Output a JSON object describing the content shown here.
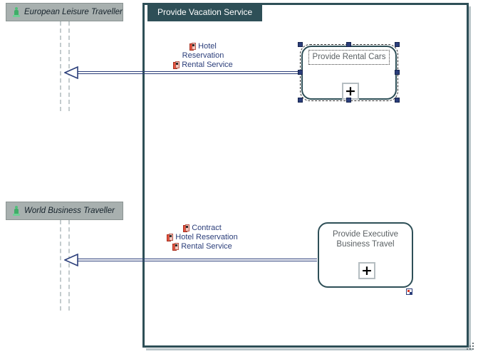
{
  "diagram": {
    "type": "uml-sequence-usecase",
    "frame": {
      "title": "Provide Vacation Service"
    }
  },
  "actors": [
    {
      "name": "European Leisure Traveller",
      "icon": "actor-icon"
    },
    {
      "name": "World Business Traveller",
      "icon": "actor-icon"
    }
  ],
  "messages": [
    {
      "id": "msg-top",
      "direction": "right-to-left",
      "labels": [
        {
          "text": "Hotel",
          "icon": "signal-icon",
          "has_icon": true
        },
        {
          "text": "Reservation",
          "icon": "",
          "has_icon": false
        },
        {
          "text": "Rental Service",
          "icon": "signal-icon",
          "has_icon": true
        }
      ]
    },
    {
      "id": "msg-bottom",
      "direction": "right-to-left",
      "labels": [
        {
          "text": "Contract",
          "icon": "signal-icon",
          "has_icon": true
        },
        {
          "text": "Hotel Reservation",
          "icon": "signal-icon",
          "has_icon": true
        },
        {
          "text": "Rental Service",
          "icon": "signal-icon",
          "has_icon": true
        }
      ]
    }
  ],
  "nodes": [
    {
      "id": "node-rental-cars",
      "title": "Provide Rental Cars",
      "selected": true,
      "expand_glyph": "+",
      "badge": false
    },
    {
      "id": "node-executive-travel",
      "title_line1": "Provide Executive",
      "title_line2": "Business Travel",
      "selected": false,
      "expand_glyph": "+",
      "badge": true
    }
  ],
  "colors": {
    "frame_border": "#2e4f57",
    "frame_header_bg": "#2e4f57",
    "frame_header_text": "#ffffff",
    "actor_bg": "#a8b0af",
    "actor_text": "#15222b",
    "message_line": "#2b3e7a",
    "message_label_text": "#2b3e7a",
    "node_border": "#2e4f57",
    "node_title_text": "#5b6164",
    "handle": "#2b3e7a",
    "lifeline": "#c3cbcd",
    "signal_icon": "#e8533f",
    "actor_icon": "#3fae68"
  }
}
